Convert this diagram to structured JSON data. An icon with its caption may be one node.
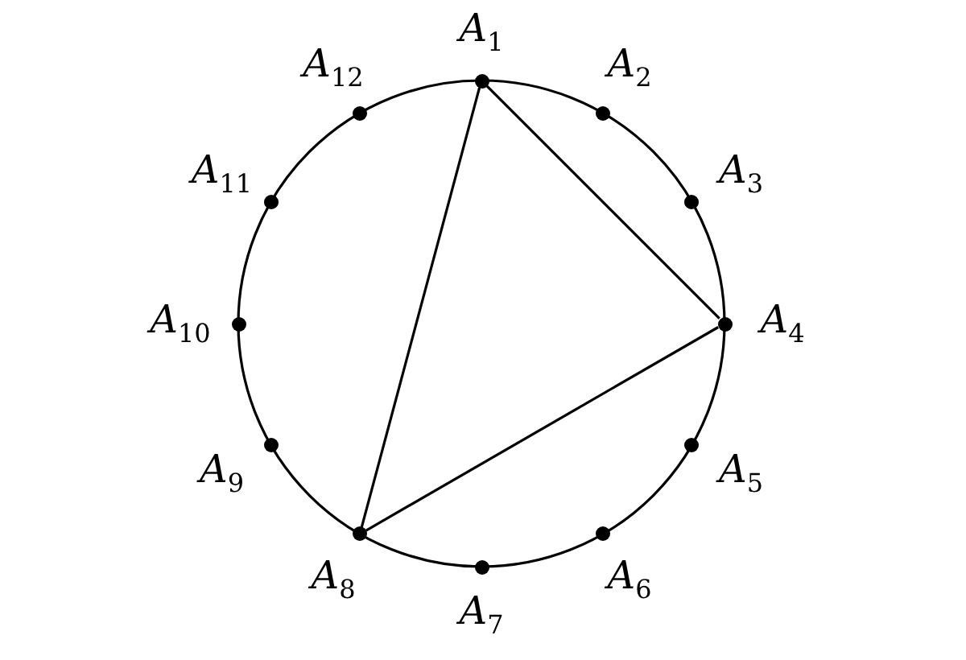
{
  "diagram": {
    "nodes": [
      {
        "text": [],
        "shape": "circle",
        "beside": [
          "A$_{1}$"
        ]
      },
      {
        "text": [],
        "shape": "circle",
        "beside": [
          "A$_{2}$"
        ]
      },
      {
        "text": [],
        "shape": "circle",
        "beside": [
          "A$_{3}$"
        ]
      },
      {
        "text": [],
        "shape": "circle",
        "beside": [
          "A$_{4}$"
        ]
      },
      {
        "text": [],
        "shape": "circle",
        "beside": [
          "A$_{5}$"
        ]
      },
      {
        "text": [],
        "shape": "circle",
        "beside": [
          "A$_{6}$"
        ]
      },
      {
        "text": [],
        "shape": "circle",
        "beside": [
          "A$_{7}$"
        ]
      },
      {
        "text": [],
        "shape": "circle",
        "beside": [
          "A$_{8}$"
        ]
      },
      {
        "text": [],
        "shape": "circle",
        "beside": [
          "A$_{9}$"
        ]
      },
      {
        "text": [],
        "shape": "circle",
        "beside": [
          "A$_{10}$"
        ]
      },
      {
        "text": [],
        "shape": "circle",
        "beside": [
          "A$_{11}$"
        ]
      },
      {
        "text": [],
        "shape": "circle",
        "beside": [
          "A$_{12}$"
        ]
      }
    ],
    "edges": [
      {
        "from": 0,
        "to": 3,
        "arrow": "none"
      },
      {
        "from": 3,
        "to": 7,
        "arrow": "none"
      },
      {
        "from": 7,
        "to": 0,
        "arrow": "none"
      }
    ]
  }
}
